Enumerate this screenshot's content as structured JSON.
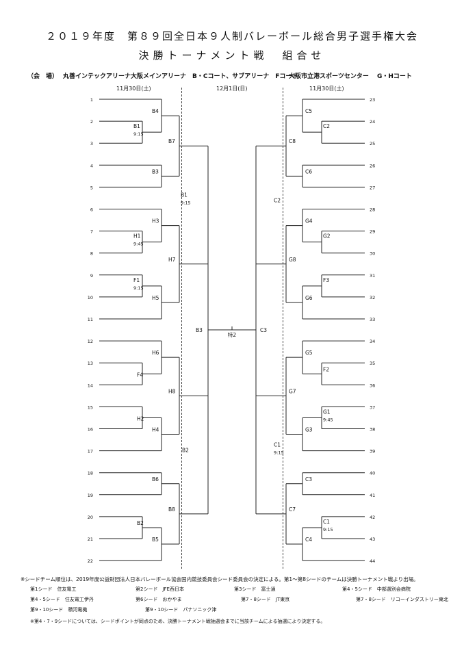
{
  "header": {
    "title": "２０１９年度　第８９回全日本９人制バレーボール総合男子選手権大会",
    "subtitle": "決勝トーナメント戦　組合せ"
  },
  "venues": {
    "left_label": "（会　場）",
    "left_name": "丸善インテックアリーナ大阪メインアリーナ　B・Cコート、サブアリーナ　Fコート",
    "right_name": "大阪市立港スポーツセンター　 G・Hコート"
  },
  "dates": {
    "left": "11月30日(土)",
    "center": "12月1日(日)",
    "right": "11月30日(土)"
  },
  "left_slots": [
    "1",
    "2",
    "3",
    "4",
    "5",
    "6",
    "7",
    "8",
    "9",
    "10",
    "11",
    "12",
    "13",
    "14",
    "15",
    "16",
    "17",
    "18",
    "19",
    "20",
    "21",
    "22"
  ],
  "right_slots": [
    "23",
    "24",
    "25",
    "26",
    "27",
    "28",
    "29",
    "30",
    "31",
    "32",
    "33",
    "34",
    "35",
    "36",
    "37",
    "38",
    "39",
    "40",
    "41",
    "42",
    "43",
    "44"
  ],
  "matches": {
    "b1_first": {
      "name": "B1",
      "time": "9:15"
    },
    "b4": "B4",
    "b3": "B3",
    "b7": "B7",
    "b1_qf": {
      "name": "B1",
      "time": "9:15"
    },
    "h1": {
      "name": "H1",
      "time": "9:45"
    },
    "h3": "H3",
    "h7": "H7",
    "f1": {
      "name": "F1",
      "time": "9:15"
    },
    "h5": "H5",
    "h6": "H6",
    "f4": "F4",
    "h8": "H8",
    "h2": "H2",
    "h4": "H4",
    "b2": "B2",
    "b6": "B6",
    "b8": "B8",
    "b5_first": "B2",
    "b5": "B5",
    "b3_sf": "B3",
    "c5": "C5",
    "c2": "C2",
    "c8": "C8",
    "c6": "C6",
    "c2_qf": "C2",
    "g4": "G4",
    "g2": "G2",
    "g8": "G8",
    "f3": "F3",
    "g6": "G6",
    "c3_sf": "C3",
    "g5": "G5",
    "f2": "F2",
    "g7": "G7",
    "g1": {
      "name": "G1",
      "time": "9:45"
    },
    "g3": "G3",
    "c1_qf": {
      "name": "C1",
      "time": "9:15"
    },
    "c3": "C3",
    "c7": "C7",
    "c1": {
      "name": "C1",
      "time": "9:15"
    },
    "c4": "C4",
    "final": "特2"
  },
  "notes": {
    "main": "※シードチーム順位は、2019年度公益財団法人日本バレーボール協会国内競技委員会シード委員会の決定による。第1～第8シードのチームは決勝トーナメント戦より出場。",
    "seeds": [
      "第1シード　住友電工",
      "第2シード　JFE西日本",
      "第3シード　富士通",
      "第4・5シード　中部選別会病院",
      "第4・5シード　住友電工伊丹",
      "第6シード　おかやま",
      "第7・8シード　JT東京",
      "第7・8シード　リコーインダストリー東北",
      "第9・10シード　積河電機",
      "第9・10シード　パナソニック津"
    ],
    "footnote": "※第4・7・9シードについては、シードポイントが同点のため、決勝トーナメント戦抽選会までに当該チームによる抽選により決定する。"
  }
}
